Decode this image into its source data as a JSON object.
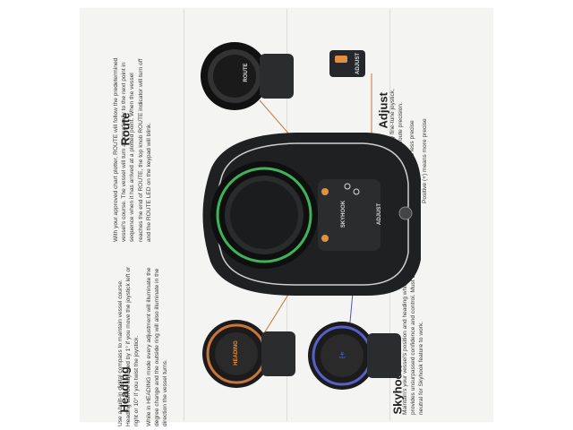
{
  "sections": {
    "route": {
      "title": "Route",
      "body": "With your approved chart plotter, ROUTE will follow the predetermined vessel's course. The vessel will turn automatically to the next point in sequence when it has arrived at a plotted point. When the vessel reaches the end of ROUTE, the top knob ROUTE indicator will turn off and the ROUTE LED on the keypad will blink."
    },
    "adjust": {
      "title": "Adjust",
      "body": "Allows user to individually fine-tune joystick, skyhook, heading, and route precision.",
      "negative": "Negative (-) means less precise",
      "positive": "Positive (+) means more precise"
    },
    "heading": {
      "title": "Heading",
      "body1": "Use a built-in digital compass to maintain vessel course. Heading can be adjusted by 1° if you move the joystick left or right or 10° if you twist the joystick.",
      "body2": "While in HEADING mode every adjustment will illuminate the degree change and the outside ring will also illuminate in the direction the vessel turns."
    },
    "skyhook": {
      "title": "Skyhook",
      "body": "Maintain's your vessel's position and heading which provides unsurpassed confidence and control. Must be in neutral for Skyhook feature to work."
    }
  },
  "labels": {
    "route_knob": "ROUTE",
    "adjust_keypad": "ADJUST",
    "heading_knob": "HEADING",
    "main_skyhook": "SKYHOOK",
    "main_adjust": "ADJUST"
  },
  "colors": {
    "route_line": "#c8763a",
    "heading_ring": "#c8763a",
    "skyhook_ring": "#5a5fc8",
    "center_ring": "#3fb35a"
  }
}
